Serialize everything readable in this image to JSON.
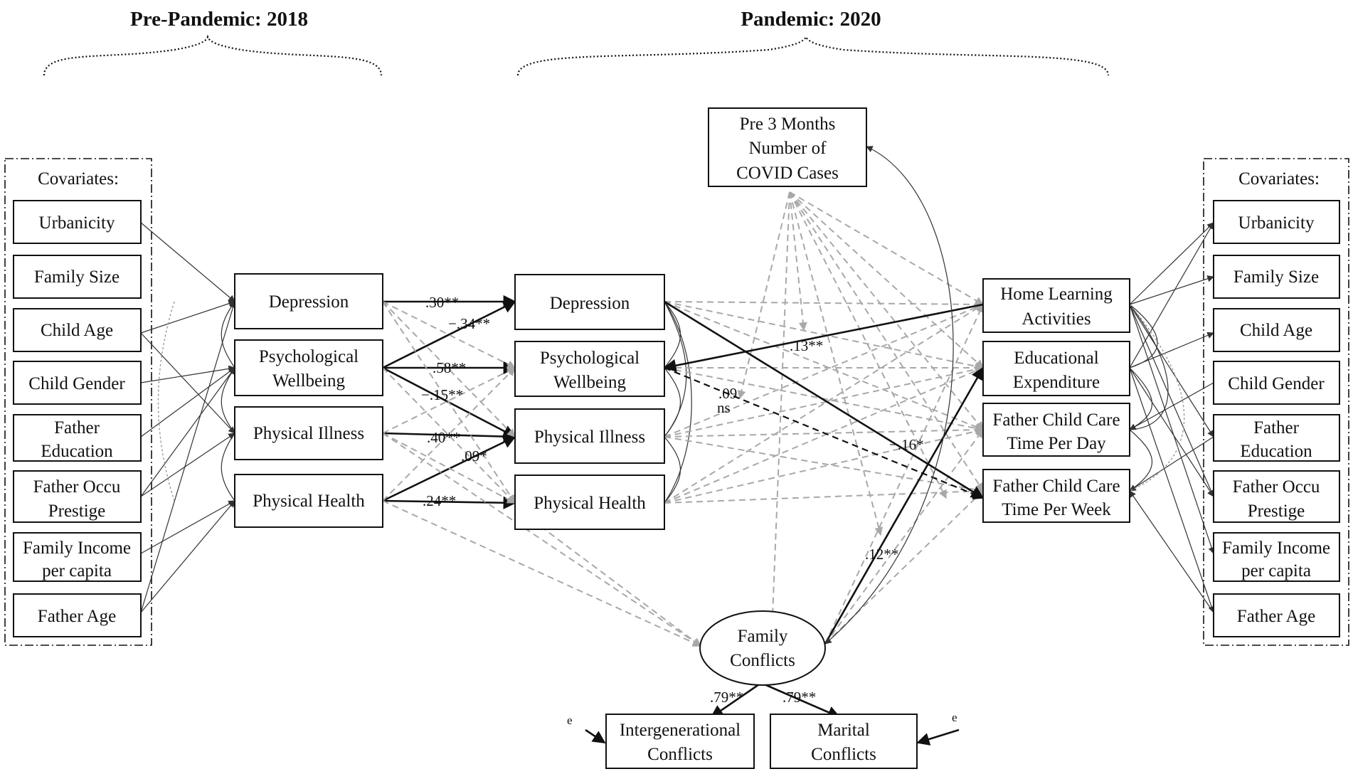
{
  "headings": {
    "pre": "Pre-Pandemic: 2018",
    "pandemic": "Pandemic: 2020"
  },
  "covariates": {
    "title": "Covariates:",
    "items": [
      "Urbanicity",
      "Family Size",
      "Child Age",
      "Child Gender",
      [
        "Father",
        "Education"
      ],
      [
        "Father  Occu",
        "Prestige"
      ],
      [
        "Family Income",
        "per capita"
      ],
      "Father Age"
    ]
  },
  "pre_nodes": [
    "Depression",
    [
      "Psychological",
      "Wellbeing"
    ],
    "Physical  Illness",
    "Physical  Health"
  ],
  "pan_nodes": [
    "Depression",
    [
      "Psychological",
      "Wellbeing"
    ],
    "Physical Illness",
    "Physical  Health"
  ],
  "covid": [
    "Pre 3 Months",
    "Number  of",
    "COVID Cases"
  ],
  "outcomes": [
    [
      "Home  Learning",
      "Activities"
    ],
    [
      "Educational",
      "Expenditure"
    ],
    [
      "Father Child Care",
      "Time Per Day"
    ],
    [
      "Father Child Care",
      "Time Per Week"
    ]
  ],
  "family_conflicts": [
    "Family",
    "Conflicts"
  ],
  "indicators": [
    [
      "Intergenerational",
      "Conflicts"
    ],
    [
      "Marital",
      "Conflicts"
    ]
  ],
  "error_label": "e",
  "coefficients": {
    "dep_dep": ".30**",
    "pw_dep": "−.34**",
    "pw_pw": ".58**",
    "pw_pi": "−.15**",
    "pi_pi": ".40**",
    "ph_pi": ".09*",
    "ph_ph": ".24**",
    "hla_pw": ".13**",
    "pw_week": ".09",
    "pw_week_sub": "ns",
    "dep_week": "−.16*",
    "fc_edu": ".12**",
    "fc_inter": ".79**",
    "fc_marital": ".79**"
  },
  "colors": {
    "line": "#111111",
    "nonsig_path": "#a8a8a8",
    "background": "#ffffff"
  }
}
